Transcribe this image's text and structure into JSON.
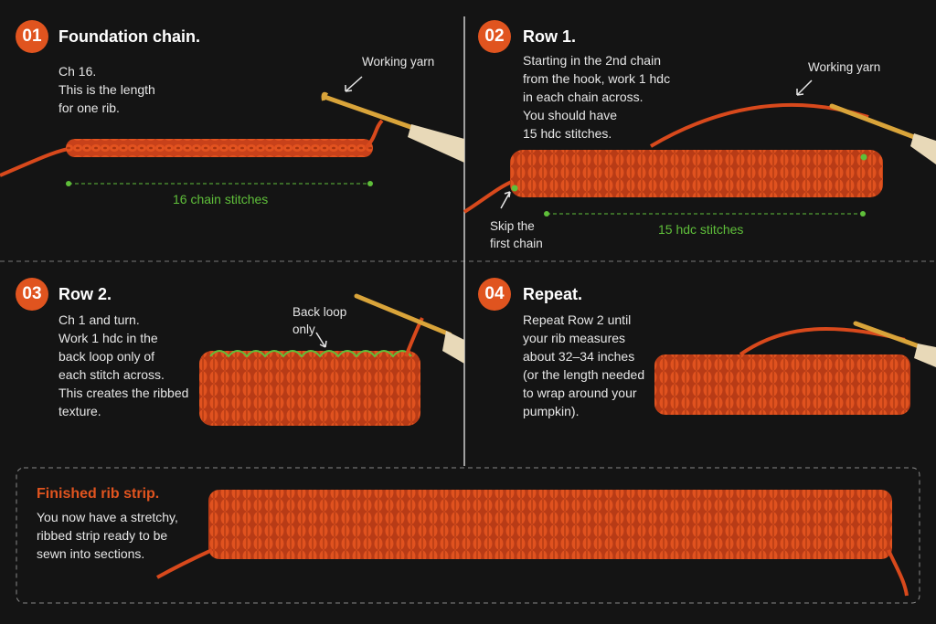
{
  "steps": [
    {
      "number": "01",
      "title": "Foundation chain.",
      "description": "Ch 16.\nThis is the length\nfor one rib.",
      "annotation": "Working yarn",
      "measure": "16 chain stitches"
    },
    {
      "number": "02",
      "title": "Row 1.",
      "description": "Starting in the 2nd chain\nfrom the hook, work 1 hdc\nin each chain across.\nYou should have\n15 hdc stitches.",
      "annotation": "Working yarn",
      "skip_note": "Skip the\nfirst chain",
      "measure": "15 hdc stitches"
    },
    {
      "number": "03",
      "title": "Row 2.",
      "description": "Ch 1 and turn.\nWork 1 hdc in the\nback loop only of\neach stitch across.\nThis creates the ribbed\ntexture.",
      "annotation": "Back loop\nonly"
    },
    {
      "number": "04",
      "title": "Repeat.",
      "description": "Repeat Row 2 until\nyour rib measures\nabout 32–34 inches\n(or the length needed\nto wrap around your\npumpkin)."
    }
  ],
  "finished": {
    "title": "Finished rib strip.",
    "description": "You now have a stretchy,\nribbed strip ready to be\nsewn into sections."
  },
  "colors": {
    "background": "#141414",
    "accent": "#e0541f",
    "yarn": "#d8491c",
    "measure": "#5fbf3a",
    "hook_gold": "#d9a43a",
    "handle": "#e8d9b8"
  },
  "icons": [
    "crochet-hook-icon",
    "arrow-icon"
  ]
}
